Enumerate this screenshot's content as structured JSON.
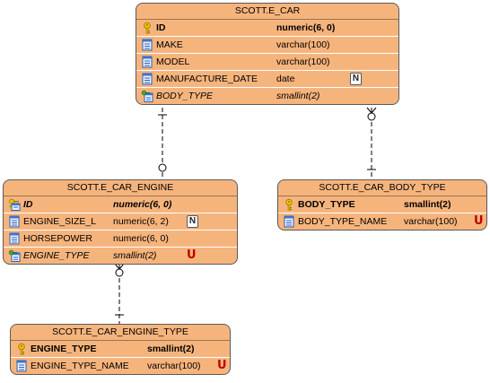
{
  "entities": {
    "car": {
      "name": "SCOTT.E_CAR",
      "columns": [
        {
          "name": "ID",
          "type": "numeric(6, 0)",
          "key": "pk"
        },
        {
          "name": "MAKE",
          "type": "varchar(100)",
          "key": ""
        },
        {
          "name": "MODEL",
          "type": "varchar(100)",
          "key": ""
        },
        {
          "name": "MANUFACTURE_DATE",
          "type": "date",
          "key": "",
          "badge": "N"
        },
        {
          "name": "BODY_TYPE",
          "type": "smallint(2)",
          "key": "fk"
        }
      ]
    },
    "engine": {
      "name": "SCOTT.E_CAR_ENGINE",
      "columns": [
        {
          "name": "ID",
          "type": "numeric(6, 0)",
          "key": "pkfk"
        },
        {
          "name": "ENGINE_SIZE_L",
          "type": "numeric(6, 2)",
          "key": "",
          "badge": "N"
        },
        {
          "name": "HORSEPOWER",
          "type": "numeric(6, 0)",
          "key": ""
        },
        {
          "name": "ENGINE_TYPE",
          "type": "smallint(2)",
          "key": "fk",
          "badge": "U"
        }
      ]
    },
    "body_type": {
      "name": "SCOTT.E_CAR_BODY_TYPE",
      "columns": [
        {
          "name": "BODY_TYPE",
          "type": "smallint(2)",
          "key": "pk"
        },
        {
          "name": "BODY_TYPE_NAME",
          "type": "varchar(100)",
          "key": "",
          "badge": "U"
        }
      ]
    },
    "engine_type": {
      "name": "SCOTT.E_CAR_ENGINE_TYPE",
      "columns": [
        {
          "name": "ENGINE_TYPE",
          "type": "smallint(2)",
          "key": "pk"
        },
        {
          "name": "ENGINE_TYPE_NAME",
          "type": "varchar(100)",
          "key": "",
          "badge": "U"
        }
      ]
    }
  },
  "colors": {
    "entity_fill": "#f6b47d",
    "entity_border": "#5a5a5a",
    "unique_badge": "#c00000",
    "relationship_line": "#000000"
  },
  "icons": {
    "pk": "primary-key-icon",
    "fk": "foreign-key-icon",
    "pkfk": "primary-foreign-key-icon",
    "column": "column-icon"
  }
}
